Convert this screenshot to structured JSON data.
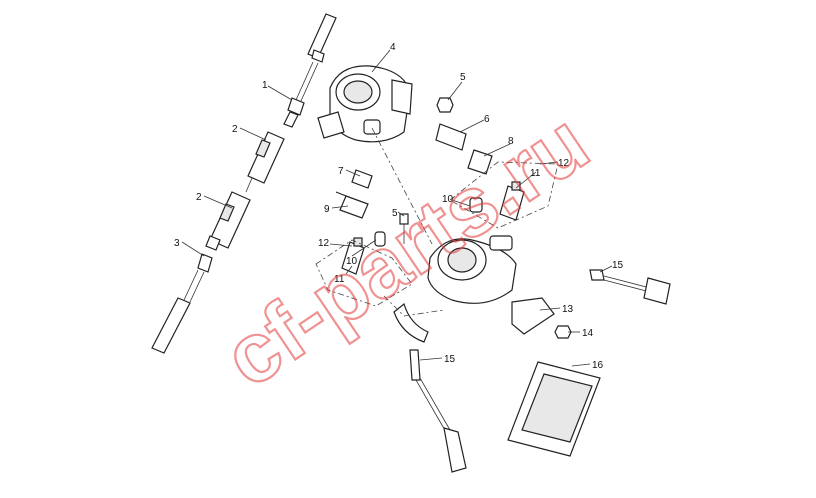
{
  "watermark": "cf-parts.ru",
  "callouts": [
    {
      "id": "c1",
      "label": "1"
    },
    {
      "id": "c2a",
      "label": "2"
    },
    {
      "id": "c2b",
      "label": "2"
    },
    {
      "id": "c3",
      "label": "3"
    },
    {
      "id": "c4",
      "label": "4"
    },
    {
      "id": "c5a",
      "label": "5"
    },
    {
      "id": "c5b",
      "label": "5"
    },
    {
      "id": "c6",
      "label": "6"
    },
    {
      "id": "c7",
      "label": "7"
    },
    {
      "id": "c8",
      "label": "8"
    },
    {
      "id": "c9",
      "label": "9"
    },
    {
      "id": "c10a",
      "label": "10"
    },
    {
      "id": "c10b",
      "label": "10"
    },
    {
      "id": "c11a",
      "label": "11"
    },
    {
      "id": "c11b",
      "label": "11"
    },
    {
      "id": "c12a",
      "label": "12"
    },
    {
      "id": "c12b",
      "label": "12"
    },
    {
      "id": "c13",
      "label": "13"
    },
    {
      "id": "c14",
      "label": "14"
    },
    {
      "id": "c15a",
      "label": "15"
    },
    {
      "id": "c15b",
      "label": "15"
    },
    {
      "id": "c16",
      "label": "16"
    }
  ]
}
